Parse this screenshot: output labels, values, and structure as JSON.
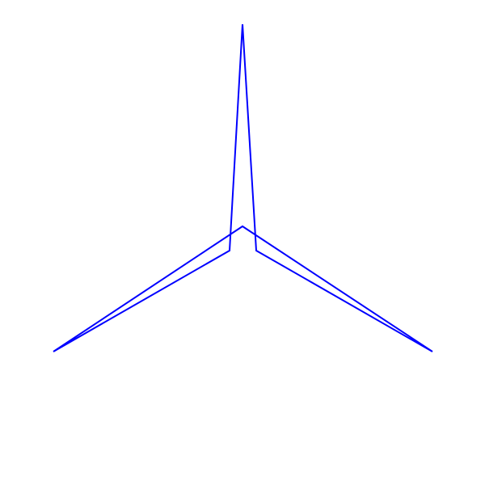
{
  "shape": {
    "kind": "three-pointed star outline",
    "points": 3,
    "stroke_color": "#0000ff",
    "fill": "none",
    "background_color": "#ffffff"
  }
}
